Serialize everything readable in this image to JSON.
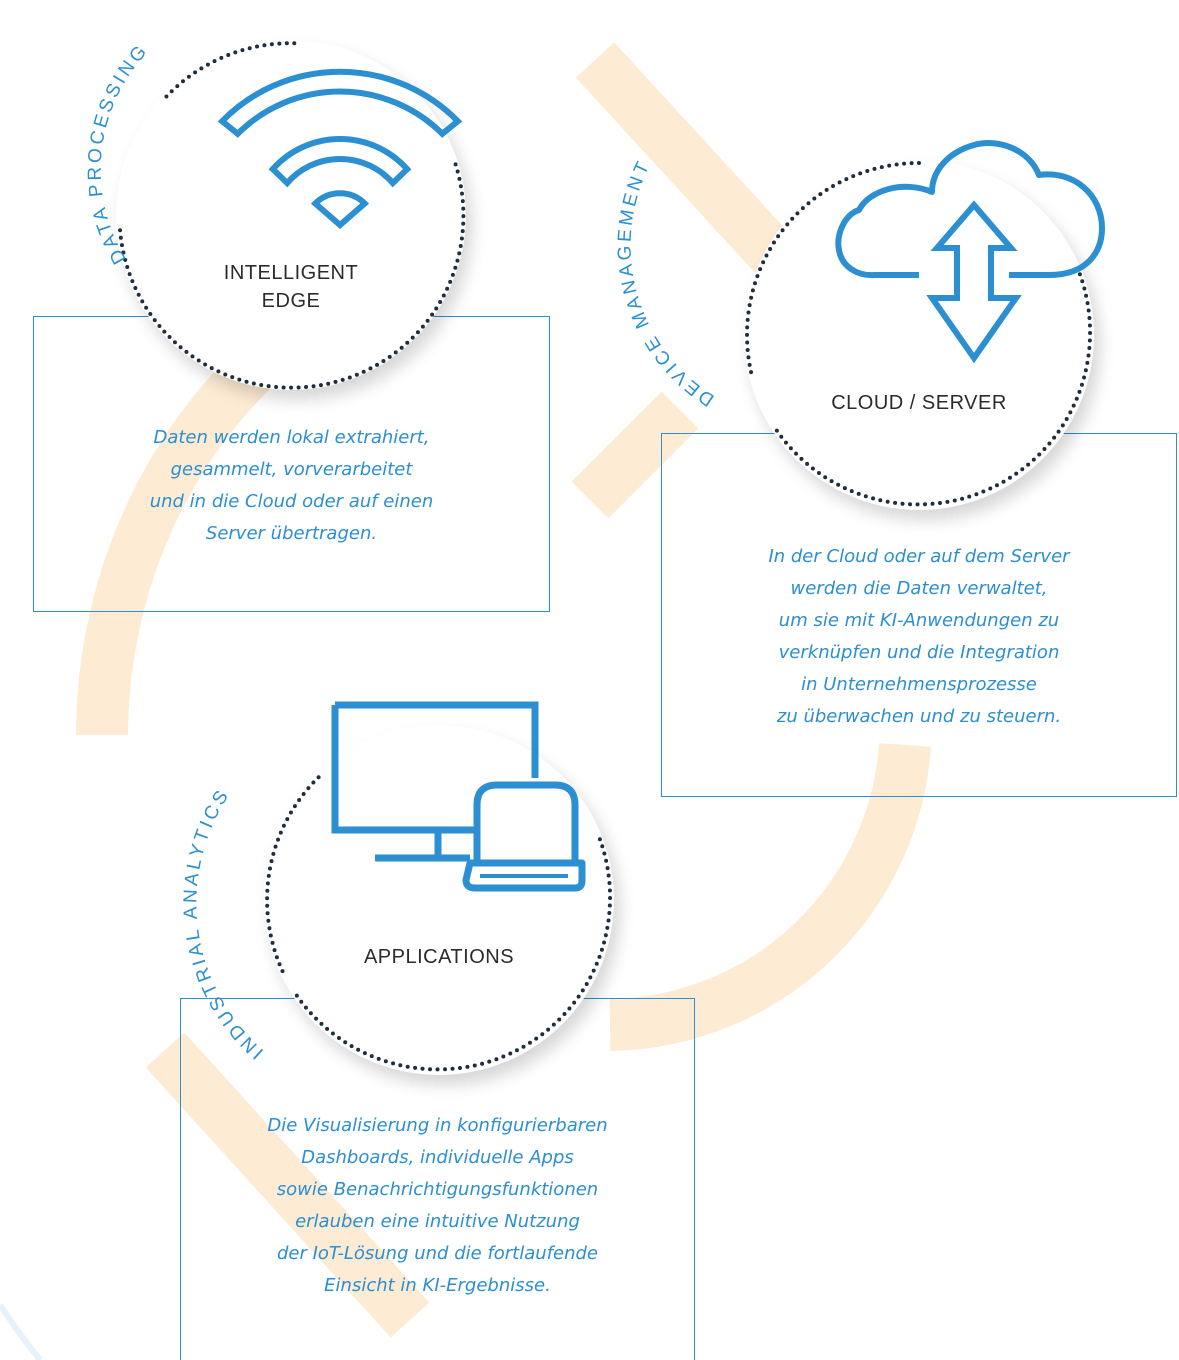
{
  "colors": {
    "accent_blue": "#2b8fd1",
    "background_arc": "#fdebd3",
    "ring_dots": "#1f2d3d"
  },
  "nodes": [
    {
      "id": "intelligent-edge",
      "arc_label": "DATA PROCESSING",
      "label": "INTELLIGENT\nEDGE",
      "icon": "wifi-icon",
      "description": "Daten werden lokal extrahiert,\ngesammelt, vorverarbeitet\nund in die Cloud oder auf einen\nServer übertragen."
    },
    {
      "id": "cloud-server",
      "arc_label": "DEVICE MANAGEMENT",
      "label": "CLOUD / SERVER",
      "icon": "cloud-sync-icon",
      "description": "In der Cloud oder auf dem Server\nwerden die Daten verwaltet,\num sie mit KI-Anwendungen zu\nverknüpfen und die Integration\nin Unternehmensprozesse\nzu überwachen und zu steuern."
    },
    {
      "id": "applications",
      "arc_label": "INDUSTRIAL ANALYTICS",
      "label": "APPLICATIONS",
      "icon": "monitor-laptop-icon",
      "description": "Die Visualisierung in konfigurierbaren\nDashboards, individuelle Apps\nsowie Benachrichtigungsfunktionen\nerlauben eine intuitive Nutzung\nder IoT-Lösung und die fortlaufende\nEinsicht in KI-Ergebnisse."
    }
  ]
}
